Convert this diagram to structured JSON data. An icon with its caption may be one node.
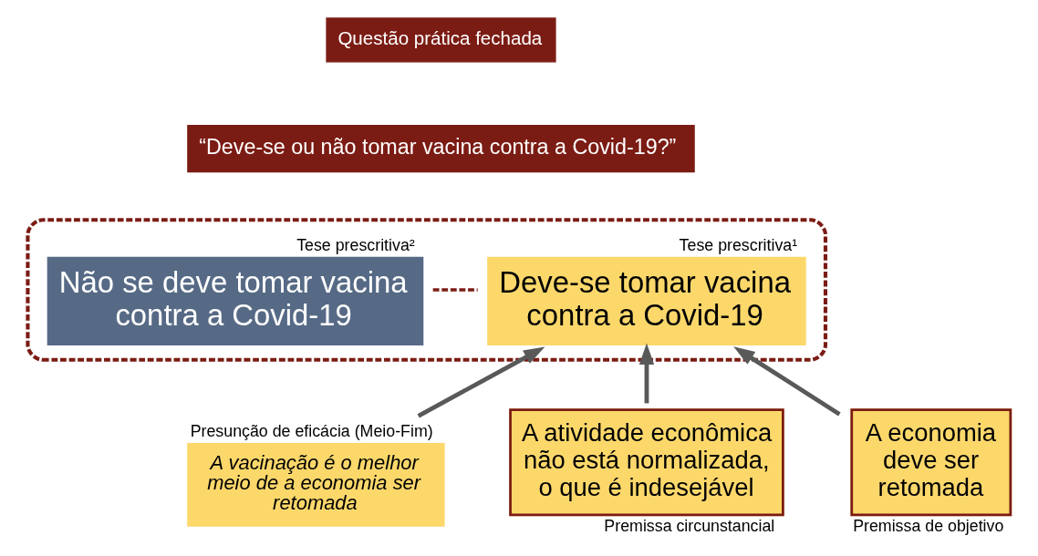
{
  "diagram": {
    "nodes": [
      {
        "text": [
          "Questão prática fechada"
        ]
      },
      {
        "text": [
          "“Deve-se ou não tomar vacina contra a Covid-19?”"
        ]
      },
      {
        "text": [],
        "shape": "box"
      },
      {
        "text": [
          "Não se deve tomar vacina contra a Covid-19"
        ],
        "in": 2,
        "beside": [
          "Tese prescritiva²"
        ]
      },
      {
        "text": [
          "Deve-se tomar vacina contra a Covid-19"
        ],
        "in": 2,
        "beside": [
          "Tese prescritiva¹"
        ]
      },
      {
        "text": [
          "A vacinação é o melhor meio de a economia ser retomada"
        ],
        "beside": [
          "Presunção de eficácia (Meio-Fim)"
        ]
      },
      {
        "text": [
          "A atividade econômica não está normalizada, o que é indesejável"
        ],
        "beside": [
          "Premissa circunstancial"
        ]
      },
      {
        "text": [
          "A economia deve ser retomada"
        ],
        "beside": [
          "Premissa de objetivo"
        ]
      }
    ],
    "edges": [
      {
        "from": 3,
        "to": 4,
        "arrow": "none",
        "style": "dashed",
        "color": "#7b1c14"
      },
      {
        "from": 5,
        "to": 4,
        "arrow": "to"
      },
      {
        "from": 6,
        "to": 4,
        "arrow": "to"
      },
      {
        "from": 7,
        "to": 4,
        "arrow": "to"
      }
    ]
  }
}
